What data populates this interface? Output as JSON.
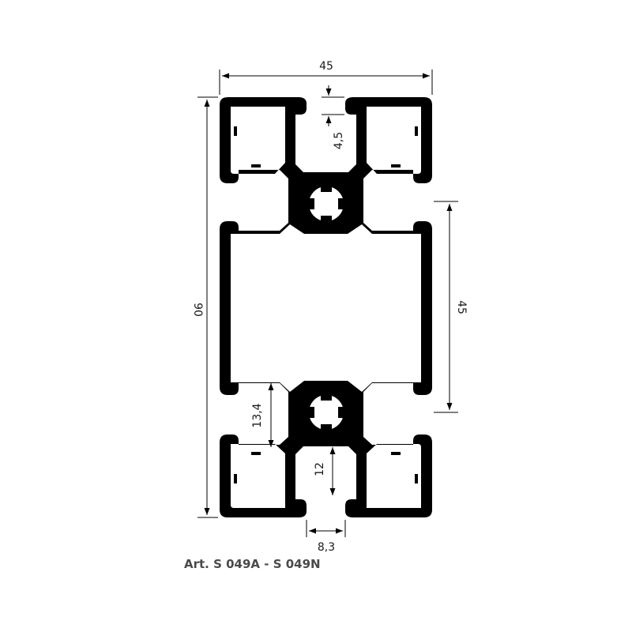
{
  "dimensions": {
    "top_width": "45",
    "slot_depth": "4,5",
    "total_height": "90",
    "right_height": "45",
    "core_gap": "13,4",
    "slot_width": "12",
    "slot_opening": "8,3"
  },
  "caption": "Art. S 049A - S 049N",
  "colors": {
    "profile": "#000000",
    "dimension": "#000000",
    "caption": "#4a4a4a"
  }
}
